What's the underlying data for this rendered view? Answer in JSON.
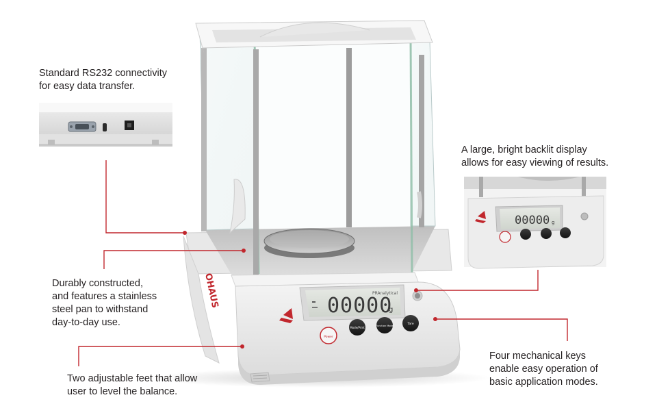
{
  "callouts": {
    "rs232": {
      "lines": [
        "Standard RS232 connectivity",
        "for easy data transfer."
      ]
    },
    "display": {
      "lines": [
        "A large, bright backlit display",
        "allows for easy viewing of results."
      ]
    },
    "pan": {
      "lines": [
        "Durably constructed,",
        "and features a stainless",
        "steel pan to withstand",
        "day-to-day use."
      ]
    },
    "keys": {
      "lines": [
        "Four mechanical keys",
        "enable easy operation of",
        "basic application modes."
      ]
    },
    "feet": {
      "lines": [
        "Two adjustable feet that allow",
        "user to level the balance."
      ]
    }
  },
  "balance": {
    "brand": "OHAUS",
    "readout": "00000",
    "unit": "g",
    "model_badge": "PRAnalytical",
    "keys": [
      "Power",
      "Mode/Print",
      "Function Mode",
      "Tare"
    ]
  },
  "colors": {
    "leader_line": "#c1272d",
    "leader_dot": "#c1272d",
    "text": "#231f20",
    "display_bg": "#d8dcd6",
    "display_digits": "#3a3a3a",
    "key_fill": "#2b2b2b",
    "body_fill": "#efefef"
  },
  "icons": [
    "ohaus-logo-icon",
    "rs232-port-icon",
    "usb-port-icon",
    "power-port-icon",
    "level-bubble-icon"
  ]
}
